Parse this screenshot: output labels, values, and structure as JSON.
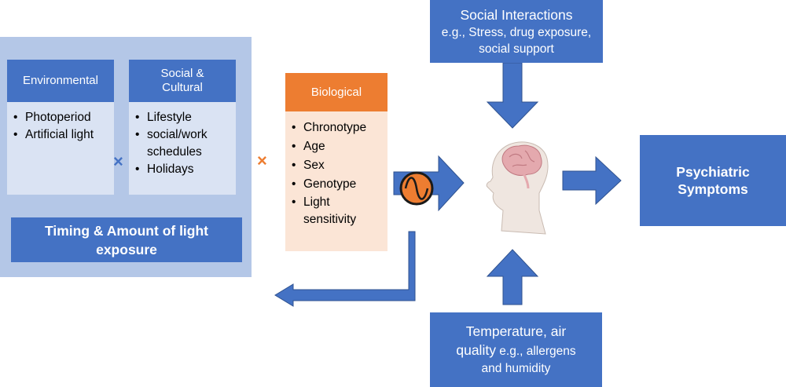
{
  "environmental": {
    "title": "Environmental",
    "items": [
      "Photoperiod",
      "Artificial light"
    ]
  },
  "social_cultural": {
    "title": "Social & Cultural",
    "items": [
      "Lifestyle",
      "social/work schedules",
      "Holidays"
    ]
  },
  "timing": {
    "label": "Timing & Amount of light exposure"
  },
  "biological": {
    "title": "Biological",
    "items": [
      "Chronotype",
      "Age",
      "Sex",
      "Genotype",
      "Light sensitivity"
    ]
  },
  "social_interactions": {
    "title": "Social Interactions",
    "detail": "e.g., Stress, drug exposure, social support"
  },
  "environment_box": {
    "title": "Temperature, air quality",
    "detail": "e.g., allergens and humidity"
  },
  "outcome": {
    "label": "Psychiatric Symptoms"
  },
  "colors": {
    "panel": "#b4c7e7",
    "blue": "#4472c4",
    "lavender": "#dae3f3",
    "orange": "#ed7d31",
    "peach": "#fbe5d6"
  },
  "icons": {
    "multiply_blue": "×",
    "multiply_orange": "×",
    "rhythm": "sine-wave-icon",
    "brain": "human-head-brain-icon"
  }
}
